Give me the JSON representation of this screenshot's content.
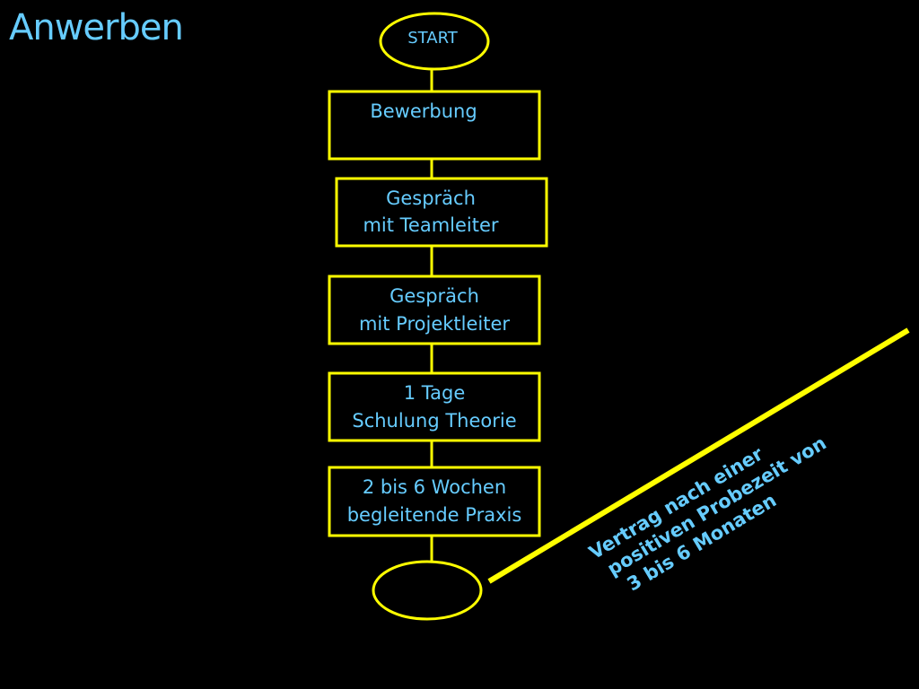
{
  "title": "Anwerben",
  "start": {
    "label": "START"
  },
  "steps": [
    {
      "line1": "Bewerbung",
      "line2": ""
    },
    {
      "line1": "Gespräch",
      "line2": "mit Teamleiter"
    },
    {
      "line1": "Gespräch",
      "line2": "mit Projektleiter"
    },
    {
      "line1": "1 Tage",
      "line2": "Schulung Theorie"
    },
    {
      "line1": "2 bis 6 Wochen",
      "line2": "begleitende Praxis"
    }
  ],
  "end": {
    "label": ""
  },
  "note": {
    "line1": "Vertrag nach einer",
    "line2": "positiven Probezeit  von",
    "line3": "3  bis 6 Monaten"
  },
  "colors": {
    "background": "#000000",
    "shape_stroke": "#ffff00",
    "text": "#66ccff"
  }
}
